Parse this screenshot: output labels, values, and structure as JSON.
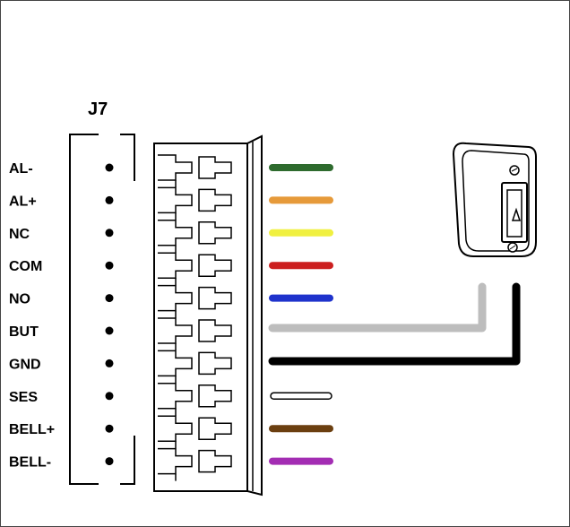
{
  "connector": {
    "name": "J7",
    "pins": [
      {
        "label": "AL-",
        "wire_color": "#2e6b2e",
        "white": false
      },
      {
        "label": "AL+",
        "wire_color": "#e69a3a",
        "white": false
      },
      {
        "label": "NC",
        "wire_color": "#f0f040",
        "white": false
      },
      {
        "label": "COM",
        "wire_color": "#cc1f1f",
        "white": false
      },
      {
        "label": "NO",
        "wire_color": "#1f33cc",
        "white": false
      },
      {
        "label": "BUT",
        "wire_color": "#bdbdbd",
        "white": false
      },
      {
        "label": "GND",
        "wire_color": "#000000",
        "white": false
      },
      {
        "label": "SES",
        "wire_color": "#ffffff",
        "white": true
      },
      {
        "label": "BELL+",
        "wire_color": "#6b3f10",
        "white": false
      },
      {
        "label": "BELL-",
        "wire_color": "#a32db3",
        "white": false
      }
    ]
  },
  "device": {
    "icon": "exit-button-icon"
  }
}
